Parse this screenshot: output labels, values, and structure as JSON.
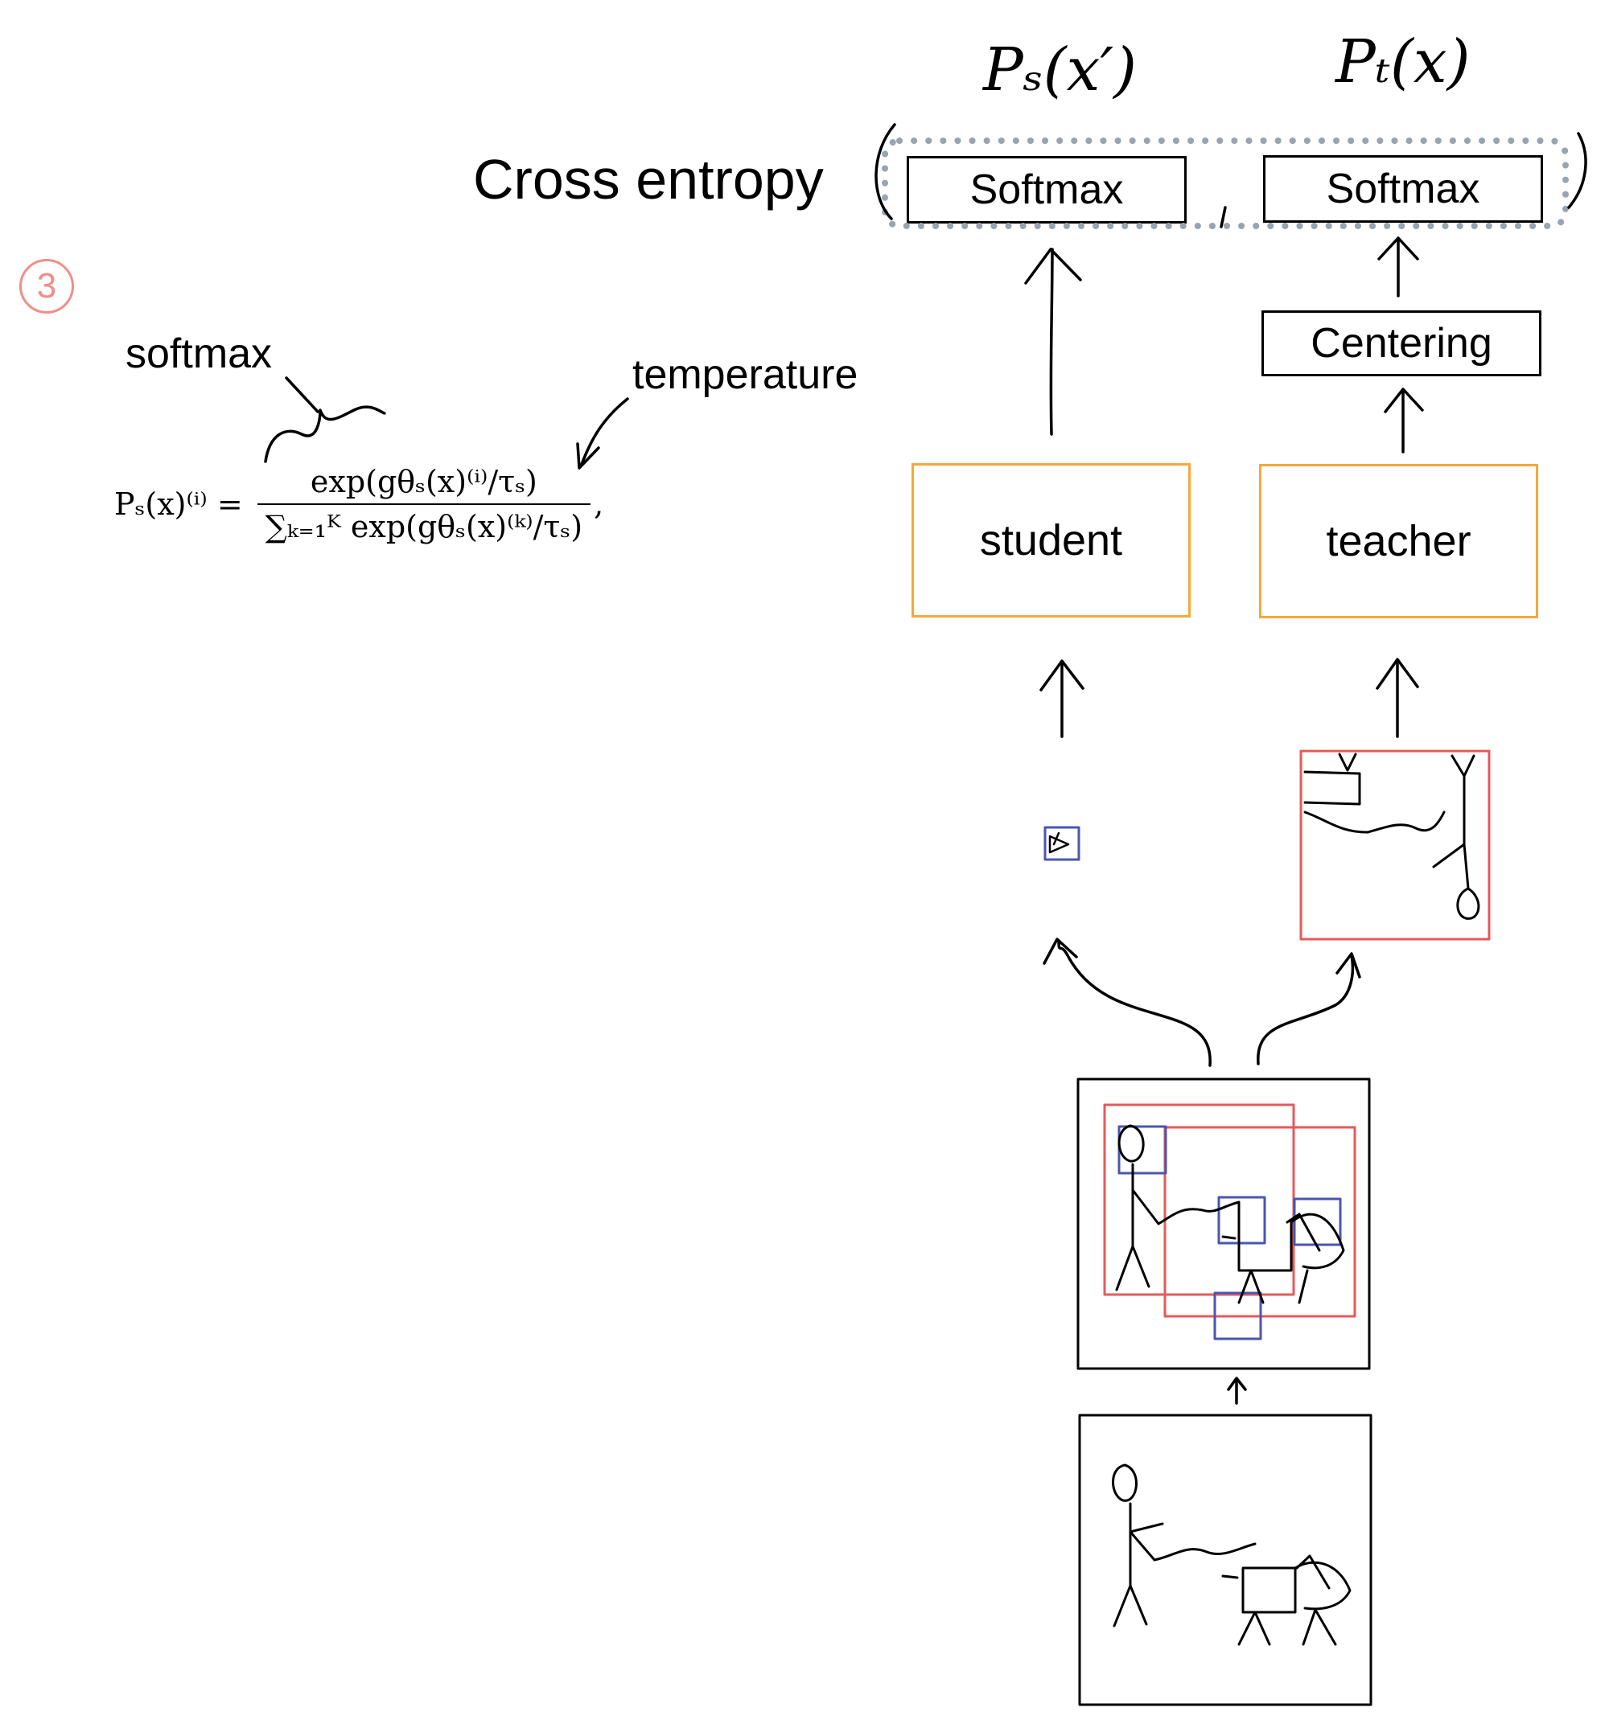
{
  "title": "Cross entropy",
  "probs": {
    "student": "Pₛ(x′)",
    "teacher": "Pₜ(x)"
  },
  "heads": {
    "softmax_left": "Softmax",
    "softmax_right": "Softmax",
    "centering": "Centering"
  },
  "networks": {
    "student": "student",
    "teacher": "teacher"
  },
  "step_number": "3",
  "annotations": {
    "softmax": "softmax",
    "temperature": "temperature"
  },
  "formula": {
    "lhs": "Pₛ(x)⁽ⁱ⁾ =",
    "numerator": "exp(gθₛ(x)⁽ⁱ⁾/τₛ)",
    "denominator": "∑ₖ₌₁ᴷ exp(gθₛ(x)⁽ᵏ⁾/τₛ)",
    "trail": ","
  },
  "colors": {
    "orange": "#f4a83a",
    "red": "#e55a5a",
    "blue": "#4a56b0",
    "dots": "#98a4ae",
    "step": "#ef8f8a"
  }
}
